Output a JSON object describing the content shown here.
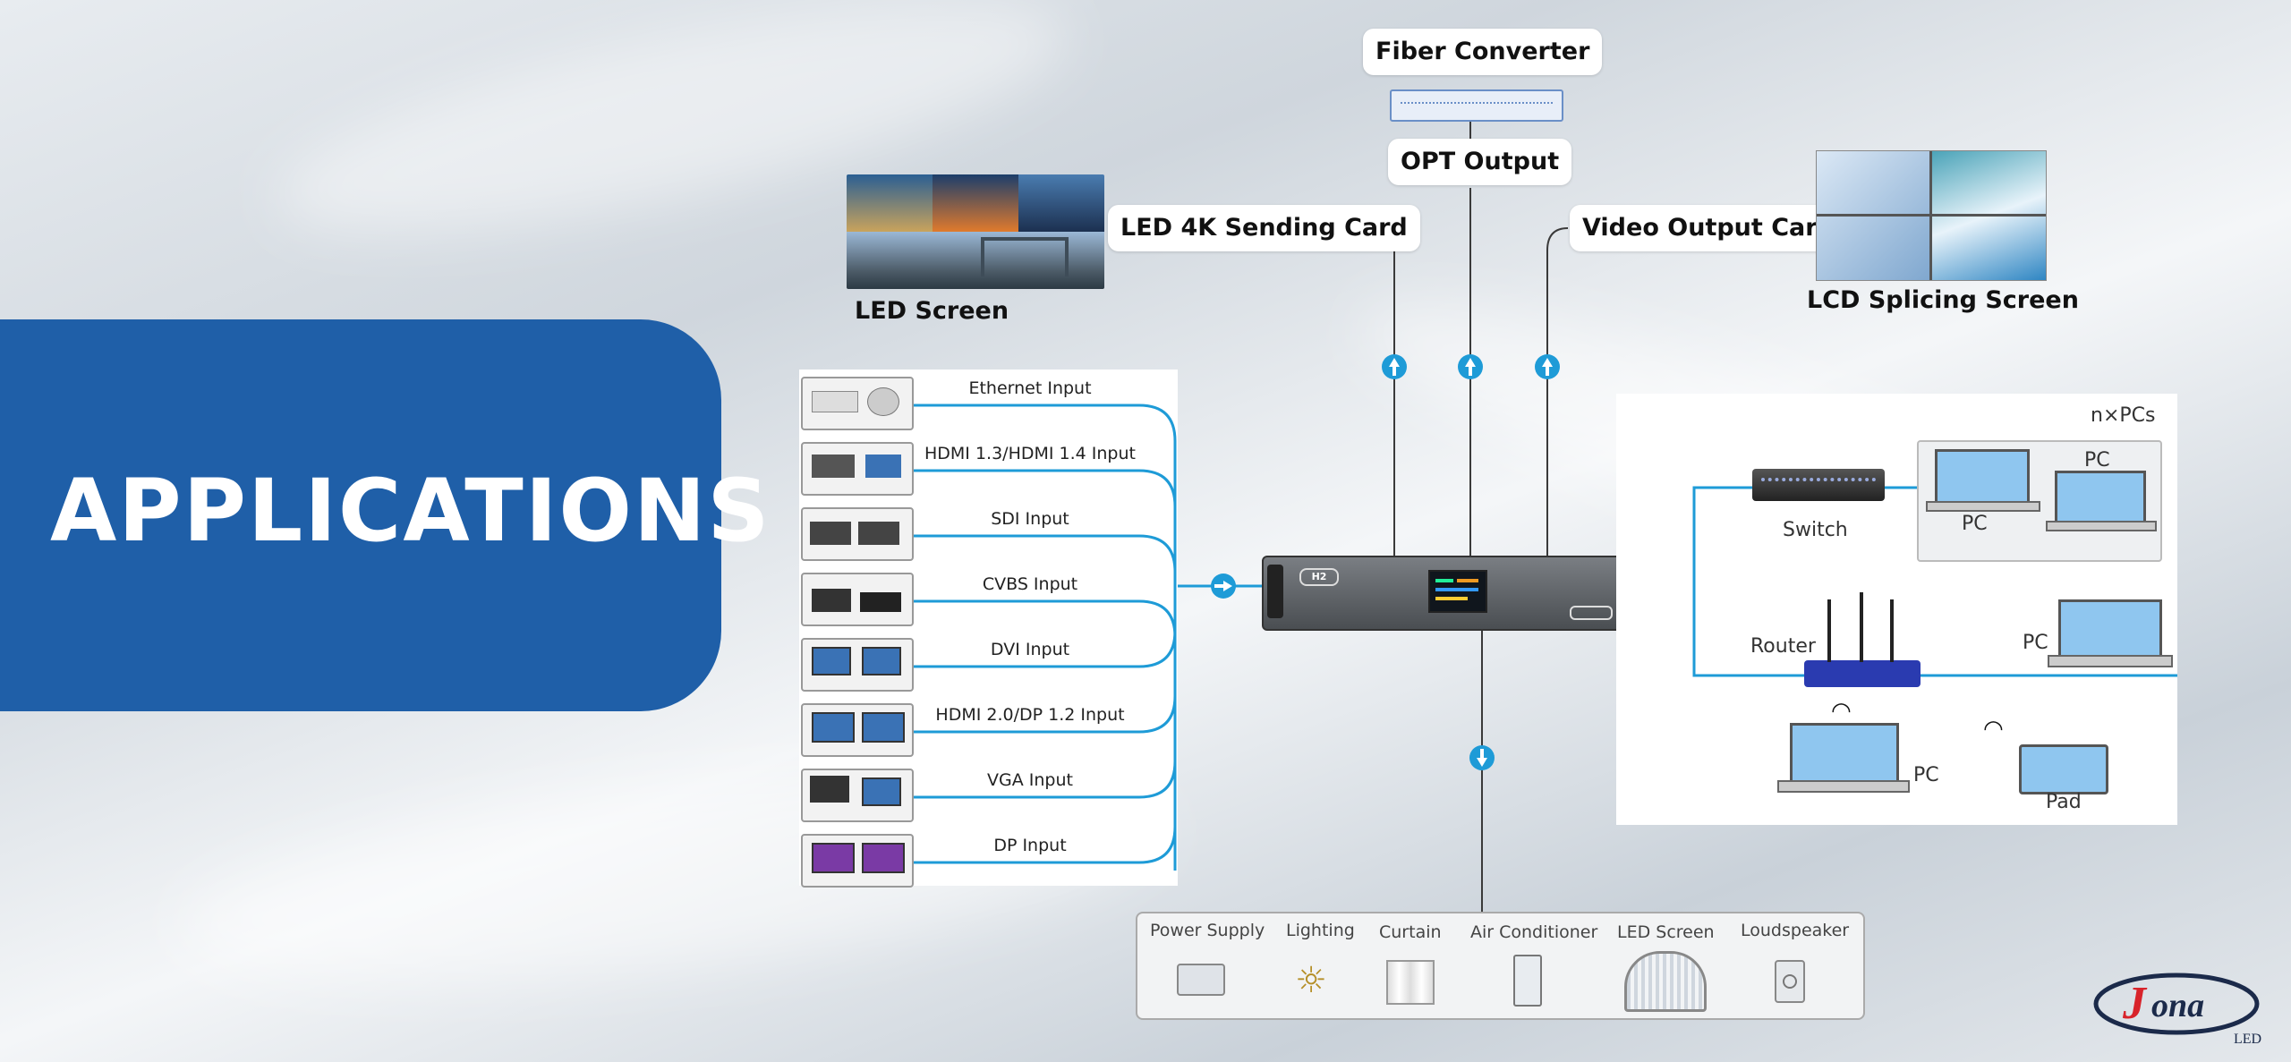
{
  "banner": {
    "title": "APPLICATIONS"
  },
  "top_nodes": {
    "fiber_converter": "Fiber Converter",
    "opt_output": "OPT Output",
    "led_sending_card": "LED 4K Sending Card",
    "video_output_card": "Video Output Card",
    "led_screen": "LED Screen",
    "lcd_splicing_screen": "LCD Splicing Screen"
  },
  "inputs": [
    {
      "label": "Ethernet Input"
    },
    {
      "label": "HDMI 1.3/HDMI 1.4  Input"
    },
    {
      "label": "SDI Input"
    },
    {
      "label": "CVBS Input"
    },
    {
      "label": "DVI Input"
    },
    {
      "label": "HDMI 2.0/DP 1.2 Input"
    },
    {
      "label": "VGA Input"
    },
    {
      "label": "DP Input"
    }
  ],
  "network": {
    "npcs": "n×PCs",
    "pc1": "PC",
    "pc2": "PC",
    "switch": "Switch",
    "router": "Router",
    "pc3": "PC",
    "pc4": "PC",
    "pad": "Pad"
  },
  "devices": [
    {
      "label": "Power Supply"
    },
    {
      "label": "Lighting"
    },
    {
      "label": "Curtain"
    },
    {
      "label": "Air Conditioner"
    },
    {
      "label": "LED Screen"
    },
    {
      "label": "Loudspeaker"
    }
  ],
  "processor": {
    "brand": "H2"
  },
  "logo": {
    "brand": "Jona",
    "sub": "LED"
  },
  "colors": {
    "banner": "#1f5fa8",
    "line": "#1e9bd7",
    "dark_line": "#3a3a3a"
  }
}
